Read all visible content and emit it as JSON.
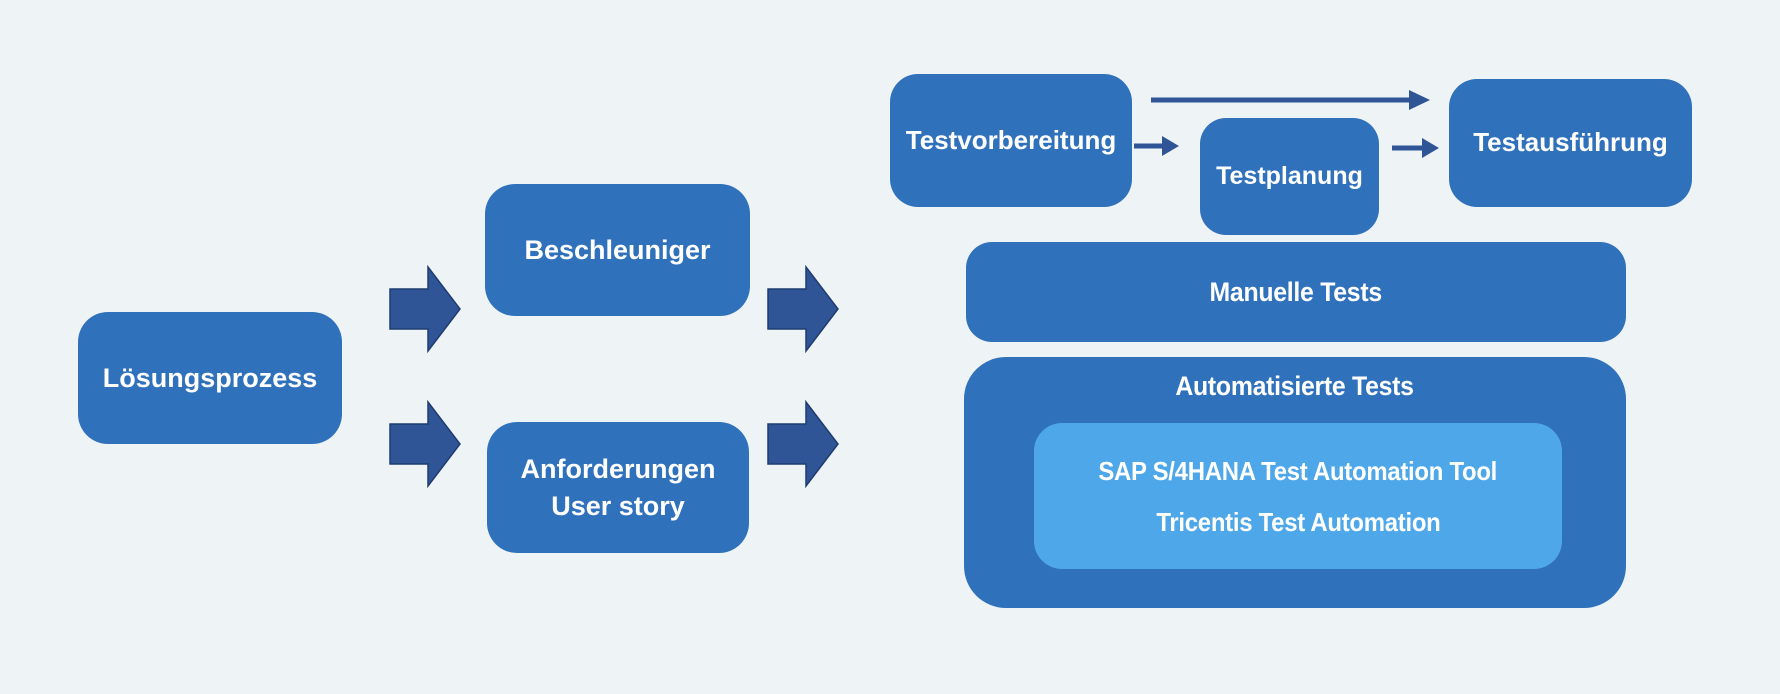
{
  "diagram": {
    "left_flow": {
      "loesungsprozess": "Lösungsprozess",
      "beschleuniger": "Beschleuniger",
      "anforderungen_line1": "Anforderungen",
      "anforderungen_line2": "User story"
    },
    "test_flow": {
      "testvorbereitung": "Testvorbereitung",
      "testplanung": "Testplanung",
      "testausfuehrung": "Testausführung",
      "manuelle_tests": "Manuelle Tests",
      "automatisierte_tests": "Automatisierte Tests",
      "tool_line1": "SAP S/4HANA Test Automation Tool",
      "tool_line2": "Tricentis Test Automation"
    },
    "colors": {
      "background": "#eef3f5",
      "node_blue": "#3071bb",
      "arrow_blue": "#2f5597",
      "arrow_border": "#1f3c70",
      "highlight_blue": "#4ea7e8",
      "text": "#ffffff"
    }
  }
}
